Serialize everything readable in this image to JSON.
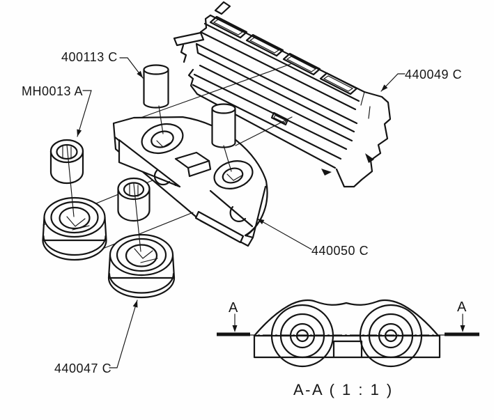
{
  "page": {
    "background": "#fefefe",
    "ink": "#141414"
  },
  "callouts": [
    {
      "id": "pin",
      "label": "400113 C"
    },
    {
      "id": "bushing",
      "label": "MH0013 A"
    },
    {
      "id": "rail",
      "label": "440049 C"
    },
    {
      "id": "bracket",
      "label": "440050 C"
    },
    {
      "id": "wheel",
      "label": "440047 C"
    }
  ],
  "section": {
    "marker_left": "A",
    "marker_right": "A",
    "title": "A-A ( 1 : 1 )"
  }
}
